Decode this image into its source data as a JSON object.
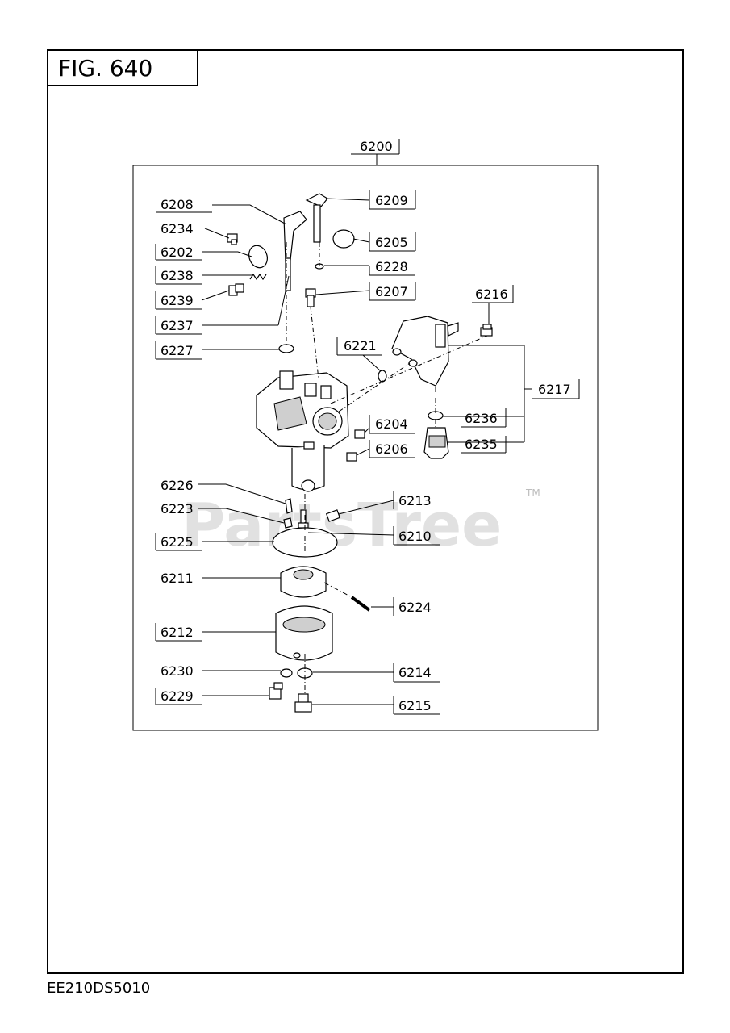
{
  "figure_label": "FIG. 640",
  "document_code": "EE210DS5010",
  "watermark": {
    "text": "PartsTree",
    "tm": "TM"
  },
  "assembly": {
    "part_number": "6200"
  },
  "callouts": {
    "p6208": "6208",
    "p6234": "6234",
    "p6202": "6202",
    "p6238": "6238",
    "p6239": "6239",
    "p6237": "6237",
    "p6227": "6227",
    "p6209": "6209",
    "p6205": "6205",
    "p6228": "6228",
    "p6207": "6207",
    "p6216": "6216",
    "p6221": "6221",
    "p6217": "6217",
    "p6236": "6236",
    "p6235": "6235",
    "p6204": "6204",
    "p6206": "6206",
    "p6226": "6226",
    "p6223": "6223",
    "p6213": "6213",
    "p6225": "6225",
    "p6210": "6210",
    "p6211": "6211",
    "p6224": "6224",
    "p6212": "6212",
    "p6230": "6230",
    "p6214": "6214",
    "p6229": "6229",
    "p6215": "6215"
  }
}
